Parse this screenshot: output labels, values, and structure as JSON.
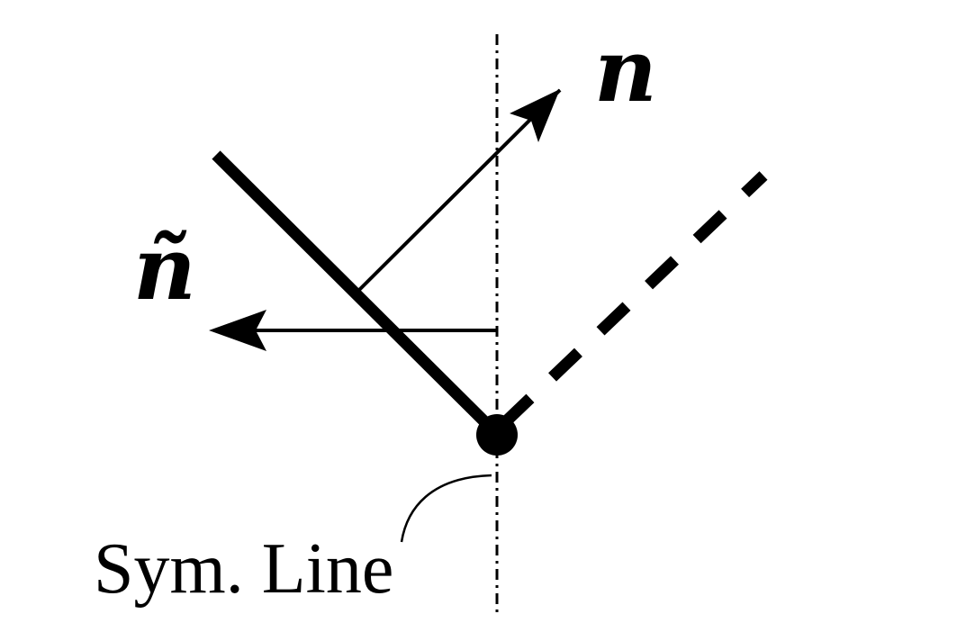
{
  "labels": {
    "normal": "n",
    "reflected_normal": "ñ",
    "symmetry_line": "Sym. Line"
  },
  "colors": {
    "ink": "#000000",
    "background": "#ffffff"
  }
}
